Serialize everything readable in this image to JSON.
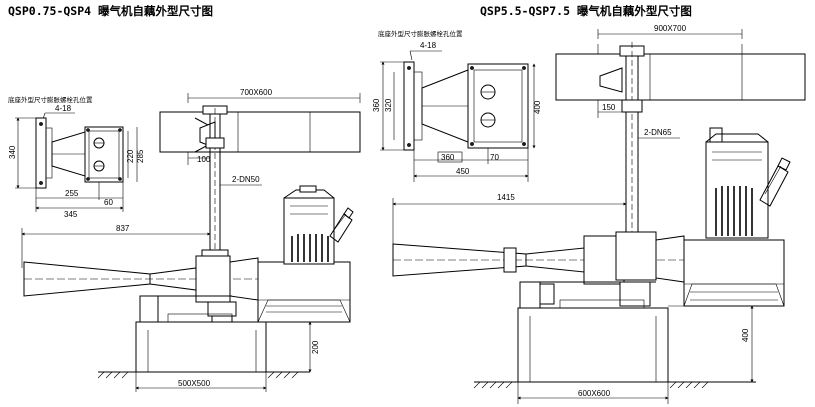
{
  "left": {
    "title": "QSP0.75-QSP4 曝气机自藕外型尺寸图",
    "base_caption": "底座外型尺寸膨胀螺栓孔位置",
    "hole_label": "4-18",
    "pipe_label": "2-DN50",
    "dims": {
      "tank_top": "700X600",
      "d100": "100",
      "d837": "837",
      "d340": "340",
      "d220": "220",
      "d285": "285",
      "d255": "255",
      "d60": "60",
      "d345": "345",
      "d200": "200",
      "base": "500X500"
    }
  },
  "right": {
    "title": "QSP5.5-QSP7.5 曝气机自藕外型尺寸图",
    "base_caption": "底座外型尺寸膨胀螺栓孔位置",
    "hole_label": "4-18",
    "pipe_label": "2-DN65",
    "dims": {
      "tank_top": "900X700",
      "d150": "150",
      "d1415": "1415",
      "d360": "360",
      "d320": "320",
      "d400v": "400",
      "d360h": "360",
      "d70": "70",
      "d450": "450",
      "d400": "400",
      "base": "600X600"
    }
  }
}
